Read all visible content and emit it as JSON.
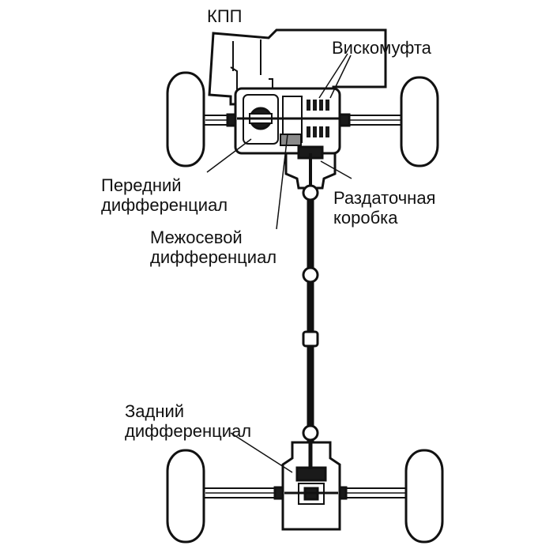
{
  "labels": {
    "kpp": "КПП",
    "viscous": "Вискомуфта",
    "front_diff": [
      "Передний",
      "дифференциал"
    ],
    "center_diff": [
      "Межосевой",
      "дифференциал"
    ],
    "transfer": [
      "Раздаточная",
      "коробка"
    ],
    "rear_diff": [
      "Задний",
      "дифференциал"
    ]
  },
  "colors": {
    "line": "#111111",
    "fill": "#ffffff",
    "dark": "#1a1a1a",
    "mid": "#8a8a8a"
  }
}
